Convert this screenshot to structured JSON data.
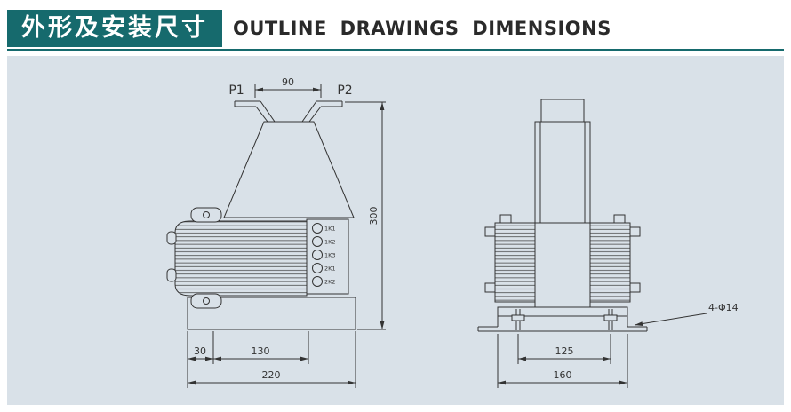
{
  "colors": {
    "accent": "#166a6d",
    "panel_bg": "#d9e1e8",
    "line": "#333333",
    "text": "#222222"
  },
  "header": {
    "title_zh": "外形及安装尺寸",
    "title_en": "OUTLINE DRAWINGS DIMENSIONS"
  },
  "front_view": {
    "label_p1": "P1",
    "label_p2": "P2",
    "dim_terminal_spacing": "90",
    "dim_height": "300",
    "dim_base_offset": "30",
    "dim_base_mid": "130",
    "dim_base_total": "220",
    "terminal_labels": [
      "1K1",
      "1K2",
      "1K3",
      "2K1",
      "2K2"
    ]
  },
  "side_view": {
    "dim_hole_spacing": "125",
    "dim_base_total": "160",
    "mounting_hole_note": "4-Φ14"
  }
}
